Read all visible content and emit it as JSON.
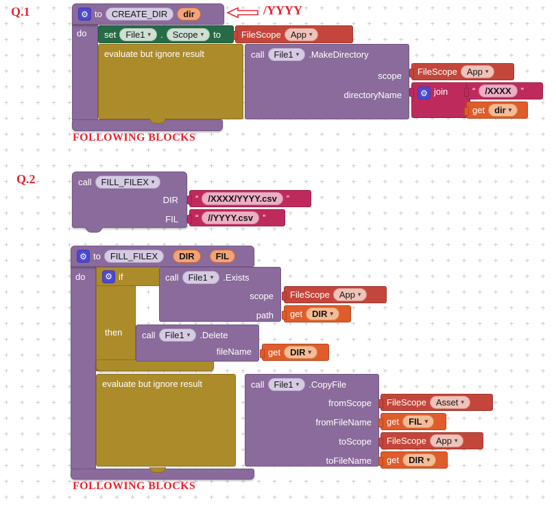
{
  "colors": {
    "procedure_purple": "#8a6b9b",
    "control_gold": "#ac8b2a",
    "setter_green": "#276b46",
    "helper_red": "#c4463a",
    "variable_orange": "#df5c2b",
    "text_magenta": "#bf2a5d",
    "mutator_blue": "#4c49cf",
    "annotation_red": "#e82330"
  },
  "common": {
    "to": "to",
    "do": "do",
    "call": "call",
    "set": "set",
    "get": "get",
    "if": "if",
    "then": "then",
    "join": "join",
    "dot": ".",
    "filescope": "FileScope",
    "evaluate": "evaluate but ignore result",
    "quote_open": "“",
    "quote_close": "”"
  },
  "annotations": {
    "q1": "Q.1",
    "q2": "Q.2",
    "arrow_note": "/YYYY",
    "following1": "FOLLOWING BLOCKS",
    "following2": "FOLLOWING BLOCKS"
  },
  "create_dir": {
    "name": "CREATE_DIR",
    "param": "dir",
    "set_component": "File1",
    "set_property": "Scope",
    "set_scope_value": "App",
    "method_component": "File1",
    "method_name": ".MakeDirectory",
    "scope_label": "scope",
    "scope_value": "App",
    "dirname_label": "directoryName",
    "join_text": "/XXXX",
    "get_var": "dir"
  },
  "fill_filex_call": {
    "name": "FILL_FILEX",
    "dir_label": "DIR",
    "dir_value": "/XXXX/YYYY.csv",
    "fil_label": "FIL",
    "fil_value": "//YYYY.csv"
  },
  "fill_filex_def": {
    "name": "FILL_FILEX",
    "param_dir": "DIR",
    "param_fil": "FIL",
    "exists": {
      "component": "File1",
      "method": ".Exists",
      "scope_label": "scope",
      "scope_value": "App",
      "path_label": "path",
      "path_var": "DIR"
    },
    "delete": {
      "component": "File1",
      "method": ".Delete",
      "filename_label": "fileName",
      "filename_var": "DIR"
    },
    "copy": {
      "component": "File1",
      "method": ".CopyFile",
      "from_scope_label": "fromScope",
      "from_scope_value": "Asset",
      "from_file_label": "fromFileName",
      "from_file_var": "FIL",
      "to_scope_label": "toScope",
      "to_scope_value": "App",
      "to_file_label": "toFileName",
      "to_file_var": "DIR"
    }
  }
}
